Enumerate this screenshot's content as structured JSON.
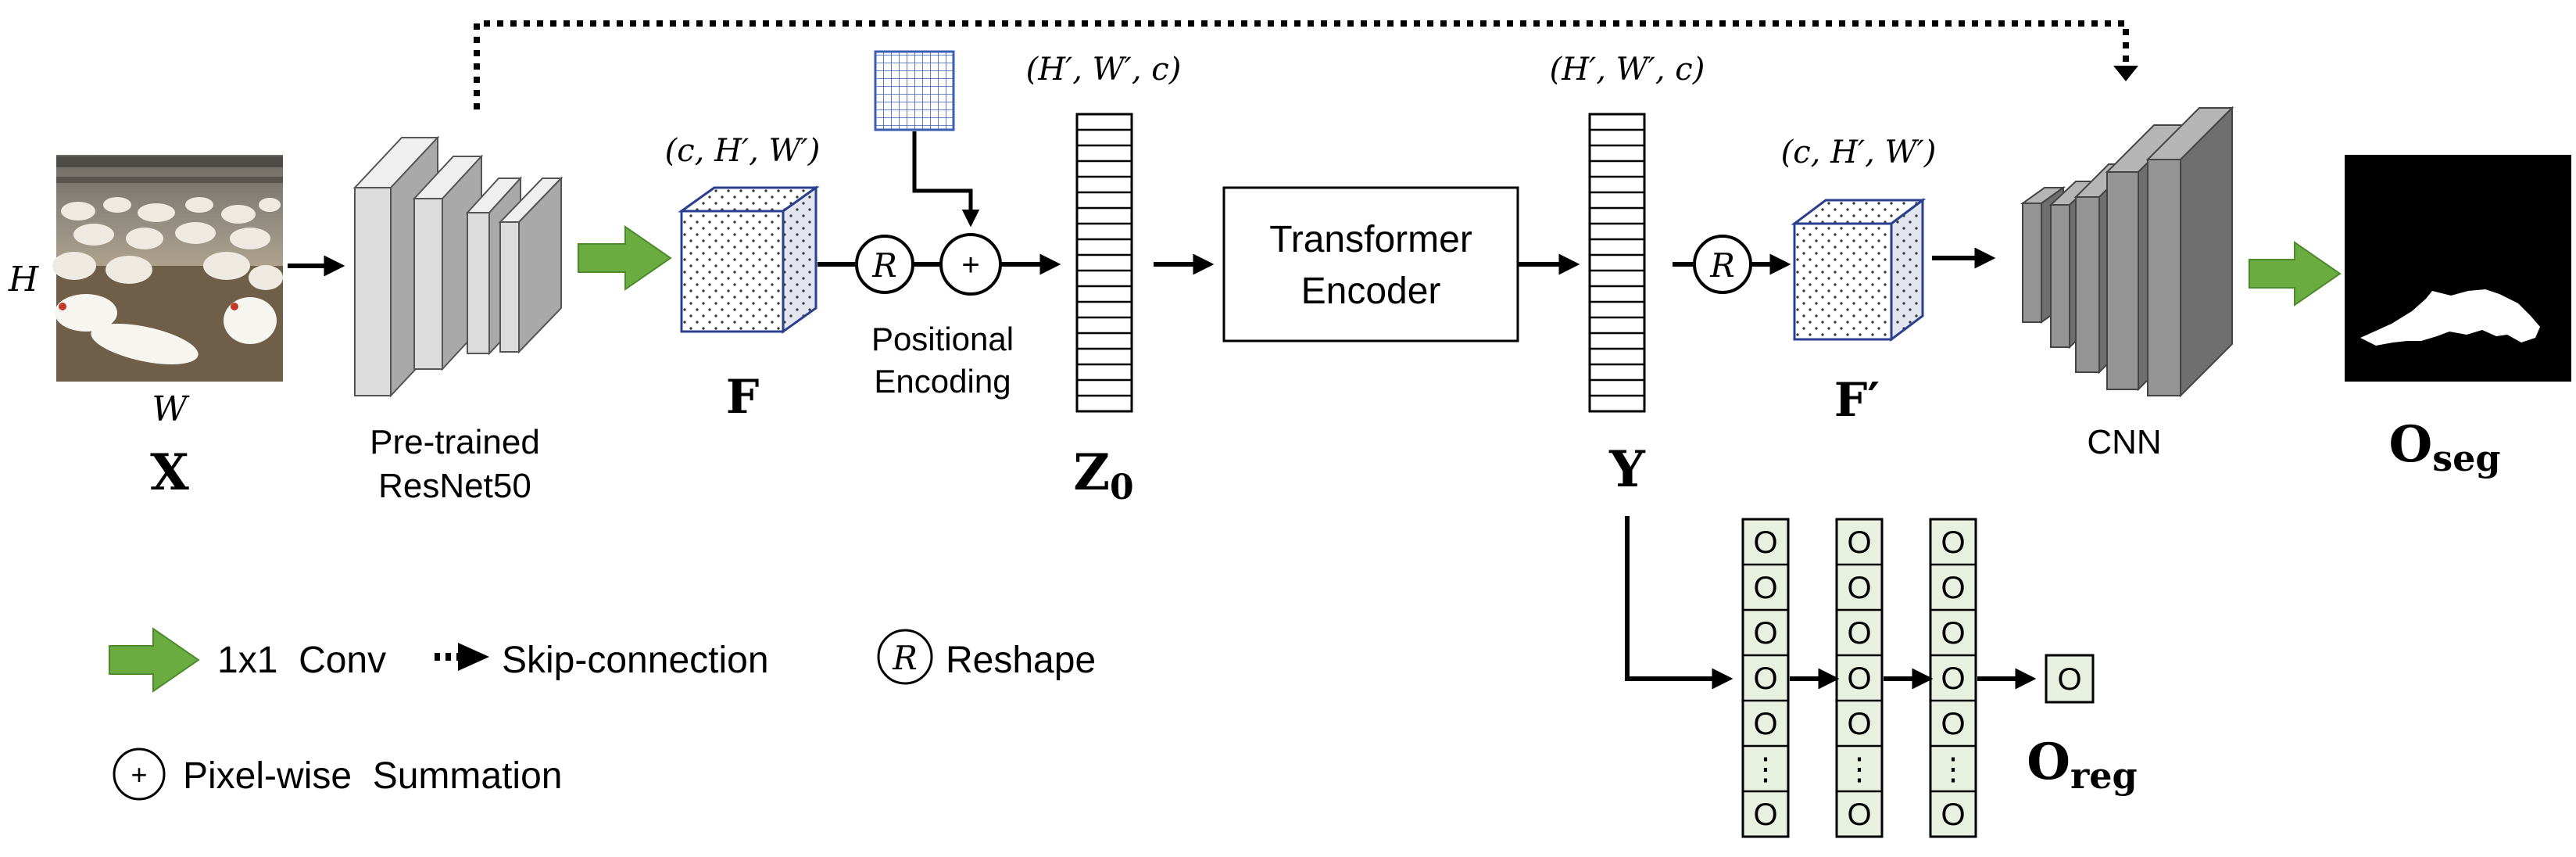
{
  "colors": {
    "conv_green": "#6aac3f",
    "conv_green_dark": "#4d8a2c",
    "block_gray": "#d6d6d6",
    "cnn_gray": "#8c8c8c",
    "grid_blue": "#3a5fb0",
    "cube_edge": "#2b3f8f",
    "mlp_fill": "#e8f0e0"
  },
  "input": {
    "symbol": "X",
    "height_label": "H",
    "width_label": "W",
    "image_description": "photo of broiler chickens in a poultry house"
  },
  "backbone": {
    "label_line1": "Pre-trained",
    "label_line2": "ResNet50"
  },
  "feature": {
    "dims": "(c, H′, W′)",
    "symbol": "F"
  },
  "positional": {
    "reshape_symbol": "R",
    "sum_symbol": "+",
    "label_line1": "Positional",
    "label_line2": "Encoding"
  },
  "tokens": {
    "dims": "(H′, W′, c)",
    "symbol": "Z",
    "subscript": "0"
  },
  "encoder": {
    "label_line1": "Transformer",
    "label_line2": "Encoder"
  },
  "encoder_output": {
    "dims": "(H′, W′, c)",
    "symbol": "Y"
  },
  "reshaped_feature": {
    "reshape_symbol": "R",
    "dims": "(c, H′, W′)",
    "symbol": "F′"
  },
  "decoder": {
    "label": "CNN"
  },
  "seg_output": {
    "symbol": "O",
    "subscript": "seg"
  },
  "regression_head": {
    "node_symbol": "O",
    "ellipsis": "⋮",
    "output_symbol": "O",
    "output_subscript": "reg"
  },
  "legend": {
    "conv_label": "1x1  Conv",
    "skip_label": "Skip-connection",
    "reshape_symbol": "R",
    "reshape_label": "Reshape",
    "sum_symbol": "+",
    "sum_label": "Pixel-wise  Summation"
  }
}
